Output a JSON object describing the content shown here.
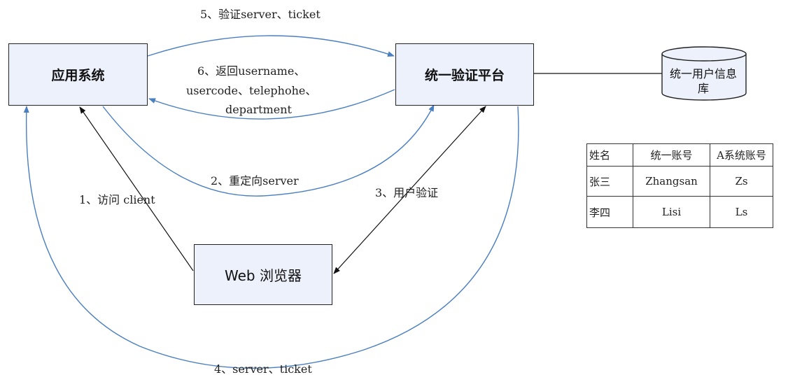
{
  "nodes": {
    "app_system": "应用系统",
    "auth_platform": "统一验证平台",
    "browser": "Web 浏览器",
    "user_db": [
      "统一用户信息",
      "库"
    ]
  },
  "edges": {
    "step1": "1、访问 client",
    "step2": "2、重定向server",
    "step3": "3、用户验证",
    "step4": "4、server、ticket",
    "step5": "5、验证server、ticket",
    "step6": [
      "6、返回username、",
      "usercode、telephohe、",
      "department"
    ]
  },
  "table": {
    "headers": [
      "姓名",
      "统一账号",
      "A系统账号"
    ],
    "rows": [
      [
        "张三",
        "Zhangsan",
        "Zs"
      ],
      [
        "李四",
        "Lisi",
        "Ls"
      ]
    ]
  },
  "colors": {
    "box_fill": "#ecf1fb",
    "blue_arrow": "#4a7fc1",
    "black_arrow": "#111111"
  }
}
